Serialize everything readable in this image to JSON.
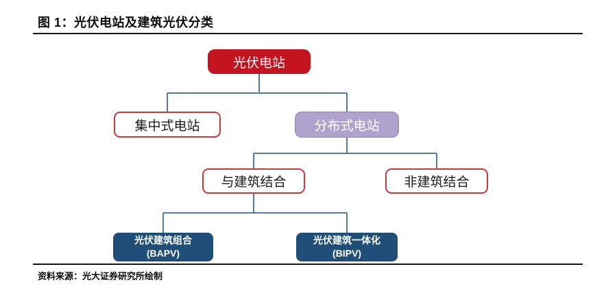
{
  "header": {
    "title": "图 1：光伏电站及建筑光伏分类"
  },
  "diagram": {
    "nodes": {
      "root": {
        "label": "光伏电站"
      },
      "centralized": {
        "label": "集中式电站"
      },
      "distributed": {
        "label": "分布式电站"
      },
      "with_building": {
        "label": "与建筑结合"
      },
      "non_building": {
        "label": "非建筑结合"
      },
      "bapv": {
        "label": "光伏建筑组合",
        "sub": "(BAPV)"
      },
      "bipv": {
        "label": "光伏建筑一体化",
        "sub": "(BIPV)"
      }
    },
    "colors": {
      "root_fill": "#c41420",
      "outline_border": "#c9383f",
      "distributed_fill": "#afa3ce",
      "distributed_border": "#9184b8",
      "deep_blue_fill": "#1f4e79",
      "connector": "#55789d"
    }
  },
  "footer": {
    "source": "资料来源：光大证券研究所绘制"
  }
}
